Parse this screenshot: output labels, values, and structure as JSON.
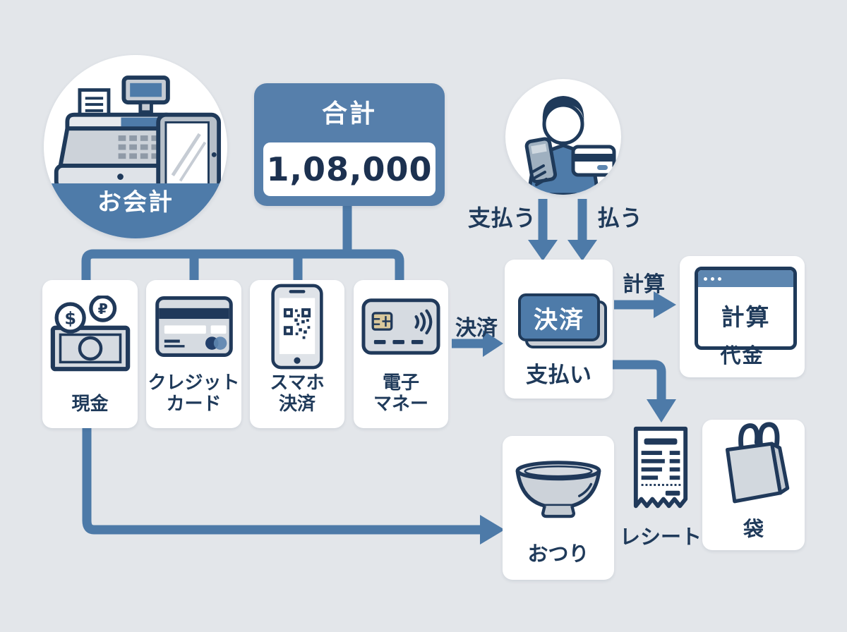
{
  "palette": {
    "background": "#e3e6ea",
    "accent_blue": "#4e7ba9",
    "arrow_blue": "#4d7aa8",
    "navy": "#1f3a5a",
    "amount_navy": "#1c3150",
    "card_white": "#ffffff"
  },
  "checkout_badge": {
    "label": "お会計",
    "icon": "cash-register-tablet-icon"
  },
  "total_box": {
    "title": "合計",
    "amount": "1,08,000"
  },
  "customer_flow": {
    "icon": "customer-phone-card-icon",
    "left_arrow_label": "支払う",
    "right_arrow_label": "払う"
  },
  "payment_methods": [
    {
      "label": "現金",
      "icon": "cash-icon"
    },
    {
      "label": "クレジット\nカード",
      "icon": "credit-card-icon"
    },
    {
      "label": "スマホ\n決済",
      "icon": "smartphone-qr-icon"
    },
    {
      "label": "電子\nマネー",
      "icon": "ic-card-icon"
    }
  ],
  "settlement": {
    "arrow_label": "決済",
    "button_label": "決済",
    "caption": "支払い"
  },
  "calculation": {
    "arrow_label": "計算",
    "window_title": "計算",
    "caption": "代金"
  },
  "receipt": {
    "label": "レシート",
    "icon": "receipt-icon"
  },
  "change": {
    "label": "おつり",
    "icon": "change-bowl-icon"
  },
  "bag": {
    "label": "袋",
    "icon": "shopping-bag-icon"
  }
}
